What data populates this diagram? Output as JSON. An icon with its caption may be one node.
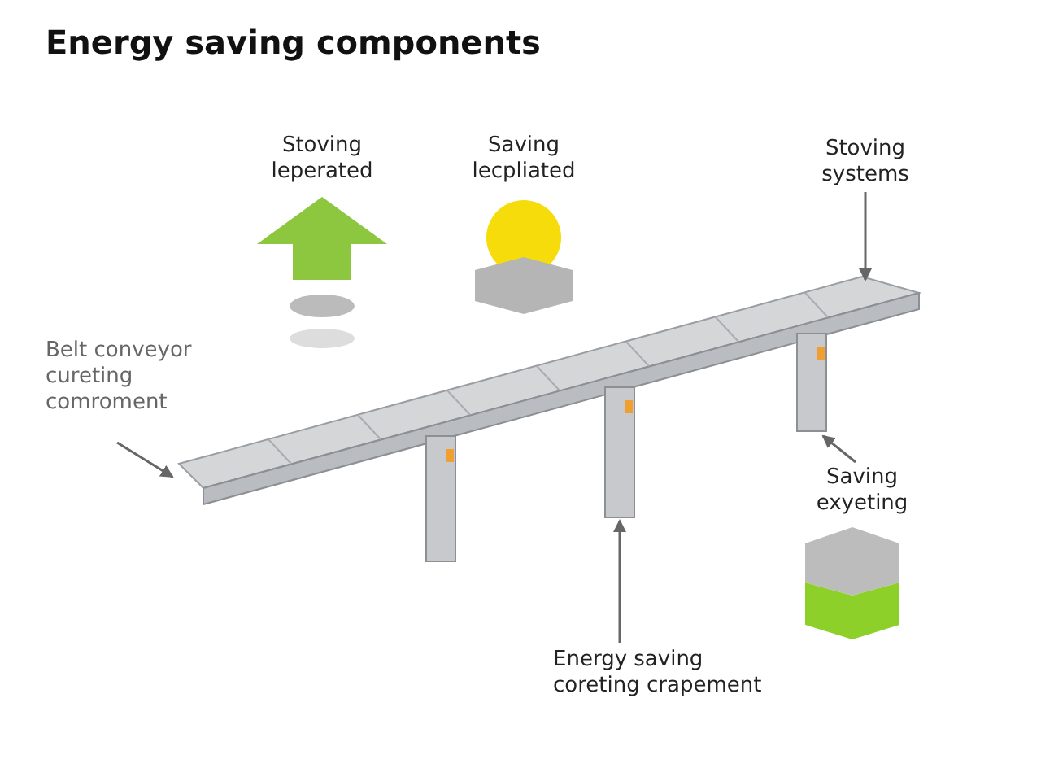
{
  "diagram": {
    "title": "Energy saving components",
    "nodes": [
      {
        "text": [],
        "shape": "picture"
      },
      {
        "text": [
          "Belt conveyor cureting comroment"
        ]
      },
      {
        "text": [
          "Stoving systems"
        ]
      },
      {
        "text": [
          "Saving exyeting"
        ]
      },
      {
        "text": [
          "Energy saving coreting crapement"
        ]
      }
    ],
    "edges": [
      {
        "from": 1,
        "to": 0,
        "arrow": "to"
      },
      {
        "from": 2,
        "to": 0,
        "arrow": "to"
      },
      {
        "from": 3,
        "to": 0,
        "arrow": "to"
      },
      {
        "from": 4,
        "to": 0,
        "arrow": "to"
      }
    ],
    "labels": [
      "Stoving leperated",
      "Saving lecpliated"
    ]
  }
}
